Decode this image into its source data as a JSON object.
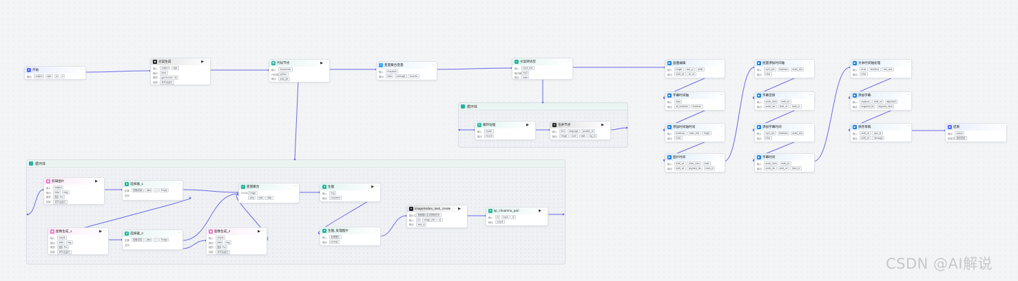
{
  "watermark": "CSDN @AI解说",
  "colors": {
    "wire": "#6a68e3",
    "accent": "#27b399"
  },
  "groups": [
    {
      "id": "g1",
      "title": "循环体"
    },
    {
      "id": "g2",
      "title": "循环体"
    }
  ],
  "nodes": [
    {
      "id": "start",
      "title": "开始",
      "color": "#4d6bfe",
      "icon": "start-icon",
      "rows": [
        {
          "l": "输出",
          "tags": [
            "subject",
            "style",
            "ai",
            "d"
          ]
        }
      ]
    },
    {
      "id": "llm1",
      "title": "文案生成",
      "color": "#1a1a1a",
      "icon": "model-icon",
      "play": true,
      "rows": [
        {
          "l": "输入",
          "tags": [
            "subject",
            "style"
          ]
        },
        {
          "l": "输出",
          "tags": [
            "desc"
          ]
        },
        {
          "l": "模型",
          "tags": [
            "gpt-4o-mini · 4k"
          ]
        },
        {
          "l": "技能",
          "tags": [
            "本节点运行"
          ]
        }
      ]
    },
    {
      "id": "code1",
      "title": "代码节点",
      "color": "#27b399",
      "icon": "code-icon",
      "play": true,
      "rows": [
        {
          "l": "输入",
          "tags": [
            "documents"
          ]
        },
        {
          "l": "代码语言",
          "tags": [
            "python"
          ]
        },
        {
          "l": "输出",
          "tags": [
            "data_list"
          ]
        }
      ]
    },
    {
      "id": "batch1",
      "title": "变量聚合变量",
      "color": "#3aa1f2",
      "icon": "variable-icon",
      "rows": [
        {
          "l": "输入",
          "tags": [
            "response"
          ]
        },
        {
          "l": "输出",
          "tags": [
            "data",
            "message",
            "success"
          ]
        }
      ]
    },
    {
      "id": "text1",
      "title": "文案转语音",
      "color": "#27b399",
      "icon": "tts-icon",
      "rows": [
        {
          "l": "输入",
          "tags": [
            "input_text"
          ]
        },
        {
          "l": "输出格式",
          "tags": [
            "mp3"
          ]
        },
        {
          "l": "输出",
          "tags": [
            "data"
          ]
        }
      ]
    },
    {
      "id": "loopA1",
      "title": "循环处理",
      "color": "#27b399",
      "icon": "loop-icon",
      "play": true,
      "rows": [
        {
          "l": "输入",
          "tags": [
            "inputs"
          ]
        },
        {
          "l": "输出",
          "tags": [
            "record"
          ]
        }
      ]
    },
    {
      "id": "loopA2",
      "title": "合并节点",
      "color": "#1a1a1a",
      "icon": "merge-icon",
      "play": true,
      "rows": [
        {
          "l": "输入",
          "tags": [
            "text",
            "language",
            "speaker_id"
          ]
        },
        {
          "l": "输出",
          "tags": [
            "image",
            "code",
            "data",
            "log_id"
          ]
        }
      ]
    },
    {
      "id": "r1a",
      "title": "画面编辑",
      "color": "#1a7fd4",
      "icon": "video-icon",
      "rows": [
        {
          "l": "输入",
          "tags": [
            "height",
            "size_w",
            "width"
          ]
        },
        {
          "l": "输出",
          "tags": [
            "draft_url",
            "tts_url"
          ]
        }
      ]
    },
    {
      "id": "r1b",
      "title": "字幕时间轴",
      "color": "#1a7fd4",
      "icon": "video-icon",
      "rows": [
        {
          "l": "输入",
          "tags": [
            "data"
          ]
        },
        {
          "l": "输出",
          "tags": [
            "all_timelines",
            "timelines"
          ]
        }
      ]
    },
    {
      "id": "r1c",
      "title": "添加时间轴时间",
      "color": "#1a7fd4",
      "icon": "video-icon",
      "rows": [
        {
          "l": "输入",
          "tags": [
            "timelines",
            "video_info",
            "height"
          ]
        },
        {
          "l": "输出",
          "tags": [
            "infos"
          ]
        }
      ]
    },
    {
      "id": "r1d",
      "title": "图片时间",
      "color": "#1a7fd4",
      "icon": "video-icon",
      "rows": [
        {
          "l": "输入",
          "tags": [
            "draft_url",
            "video_infos",
            "scale"
          ]
        },
        {
          "l": "输出",
          "tags": [
            "draft_url",
            "segment_ids",
            "track_id"
          ]
        }
      ]
    },
    {
      "id": "r2a",
      "title": "批量添加时间轴",
      "color": "#1a7fd4",
      "icon": "video-icon",
      "rows": [
        {
          "l": "输入",
          "tags": [
            "mp3_urls",
            "timelines",
            "audio_urls"
          ]
        },
        {
          "l": "输出",
          "tags": [
            "infos"
          ]
        }
      ]
    },
    {
      "id": "r2b",
      "title": "字幕音频",
      "color": "#1a7fd4",
      "icon": "video-icon",
      "rows": [
        {
          "l": "输入",
          "tags": [
            "audio_infos",
            "draft_url"
          ]
        },
        {
          "l": "输出",
          "tags": [
            "audio_ids",
            "draft_url",
            "track_id"
          ]
        }
      ]
    },
    {
      "id": "r2c",
      "title": "添加字幕时间",
      "color": "#1a7fd4",
      "icon": "video-icon",
      "rows": [
        {
          "l": "输入",
          "tags": [
            "mp3_urls",
            "timelines",
            "audio_urls"
          ]
        },
        {
          "l": "输出",
          "tags": [
            "infos"
          ]
        }
      ]
    },
    {
      "id": "r2d",
      "title": "字幕时间",
      "color": "#1a7fd4",
      "icon": "video-icon",
      "rows": [
        {
          "l": "输入",
          "tags": [
            "audio_infos",
            "draft_url"
          ]
        },
        {
          "l": "输出",
          "tags": [
            "audio_ids",
            "draft_url",
            "track_id"
          ]
        }
      ]
    },
    {
      "id": "r3a",
      "title": "文本时间轴处理",
      "color": "#1a7fd4",
      "icon": "video-icon",
      "rows": [
        {
          "l": "输入",
          "tags": [
            "texts",
            "timelines",
            "font_size"
          ]
        },
        {
          "l": "输出",
          "tags": [
            "infos"
          ]
        }
      ]
    },
    {
      "id": "r3b",
      "title": "添加字幕",
      "color": "#1a7fd4",
      "icon": "video-icon",
      "rows": [
        {
          "l": "输入",
          "tags": [
            "captions",
            "draft_url",
            "alignment"
          ]
        },
        {
          "l": "输出",
          "tags": [
            "segment_ids",
            "segment_infos"
          ]
        }
      ]
    },
    {
      "id": "r3c",
      "title": "保存草稿",
      "color": "#1a7fd4",
      "icon": "video-icon",
      "rows": [
        {
          "l": "输入",
          "tags": [
            "draft_url",
            "user_id"
          ]
        },
        {
          "l": "输出",
          "tags": [
            "draft_url",
            "message"
          ]
        }
      ]
    },
    {
      "id": "end",
      "title": "结束",
      "color": "#4d6bfe",
      "icon": "end-icon",
      "rows": [
        {
          "l": "输出",
          "tags": [
            "output"
          ]
        },
        {
          "l": "回答内容",
          "tags": [
            "返回变量"
          ]
        }
      ]
    },
    {
      "id": "l1",
      "title": "剪辑图片",
      "color": "#e76cc4",
      "icon": "image-icon",
      "play": true,
      "rows": [
        {
          "l": "输入",
          "tags": [
            "subject"
          ]
        },
        {
          "l": "输出",
          "tags": [
            "data",
            "msg"
          ]
        },
        {
          "l": "模型",
          "tags": [
            "图片 Pro"
          ]
        },
        {
          "l": "技能",
          "tags": [
            "本节点运行"
          ]
        }
      ]
    },
    {
      "id": "l2",
      "title": "选择器_1",
      "color": "#27b399",
      "icon": "selector-icon",
      "rows": [
        {
          "l": "如果",
          "tags": [
            "图像变量",
            "data",
            "=",
            "Empty"
          ]
        },
        {
          "l": "否则",
          "tags": []
        }
      ]
    },
    {
      "id": "l3",
      "title": "变量聚合",
      "color": "#27b399",
      "icon": "variable-icon",
      "rows": [
        {
          "l": "Group1",
          "tags": [
            "image"
          ]
        },
        {
          "l": "",
          "tags": [
            "data",
            "data",
            "data"
          ]
        }
      ]
    },
    {
      "id": "l4",
      "title": "生图",
      "color": "#27b399",
      "icon": "plugin-icon",
      "play": true,
      "rows": [
        {
          "l": "输入",
          "tags": [
            "img"
          ]
        },
        {
          "l": "输出",
          "tags": [
            "response"
          ]
        }
      ]
    },
    {
      "id": "l5",
      "title": "图像生成_1",
      "color": "#e76cc4",
      "icon": "image-icon",
      "play": true,
      "rows": [
        {
          "l": "输入",
          "tags": [
            "output"
          ]
        },
        {
          "l": "输出",
          "tags": [
            "data",
            "img"
          ]
        },
        {
          "l": "模型",
          "tags": [
            "图片 Pro"
          ]
        },
        {
          "l": "技能",
          "tags": [
            "本节点运行"
          ]
        }
      ]
    },
    {
      "id": "l6",
      "title": "选择器_2",
      "color": "#27b399",
      "icon": "selector-icon",
      "rows": [
        {
          "l": "如果",
          "tags": [
            "图像变量",
            "data",
            "=",
            "Empty"
          ]
        },
        {
          "l": "否则",
          "tags": []
        }
      ]
    },
    {
      "id": "l7",
      "title": "图像生成_2",
      "color": "#e76cc4",
      "icon": "image-icon",
      "play": true,
      "rows": [
        {
          "l": "输入",
          "tags": [
            "output"
          ]
        },
        {
          "l": "输出",
          "tags": [
            "data",
            "img"
          ]
        },
        {
          "l": "模型",
          "tags": [
            "图片 Pro"
          ]
        },
        {
          "l": "技能",
          "tags": [
            "本节点运行"
          ]
        }
      ]
    },
    {
      "id": "l8",
      "title": "生图_处理图片",
      "color": "#27b399",
      "icon": "plugin-icon",
      "rows": [
        {
          "l": "输入",
          "tags": [
            "处理图片"
          ]
        },
        {
          "l": "输出",
          "tags": [
            "prompt"
          ]
        }
      ]
    },
    {
      "id": "l9",
      "title": "image2video_task_create",
      "color": "#1a1a1a",
      "icon": "plugin-icon",
      "play": true,
      "rows": [
        {
          "l": "图片生成视频",
          "tags": [
            "根据图片生成视频任务"
          ]
        },
        {
          "l": "输入",
          "tags": [
            "id",
            "image_urls",
            "id"
          ]
        },
        {
          "l": "输出",
          "tags": [
            "task_id"
          ]
        }
      ]
    },
    {
      "id": "l10",
      "title": "sp_chuanmu_pari",
      "color": "#27b399",
      "icon": "plugin-icon",
      "play": true,
      "rows": [
        {
          "l": "输入",
          "tags": [
            "id",
            "input",
            "id"
          ]
        },
        {
          "l": "输出",
          "tags": [
            "output"
          ]
        }
      ]
    }
  ]
}
